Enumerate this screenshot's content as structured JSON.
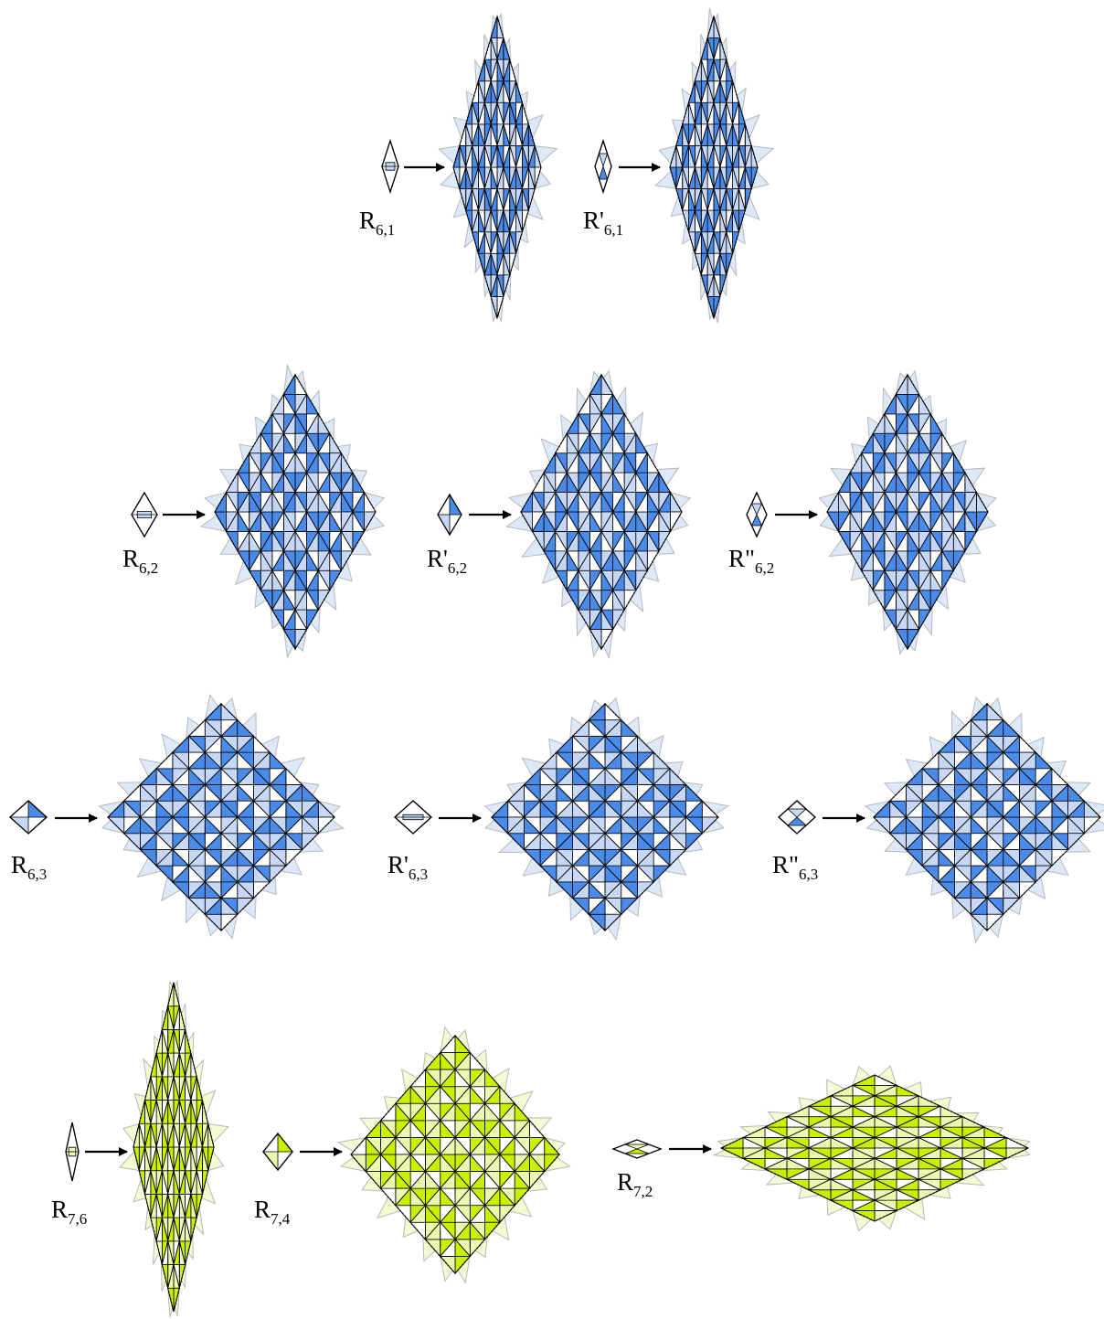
{
  "colors": {
    "blue_dark": "#4a8ae8",
    "blue_light": "#c6d8f5",
    "blue_faint": "#dde8f8",
    "green_dark": "#c8f000",
    "green_light": "#eaf8b0",
    "green_faint": "#f2fbd2",
    "outline": "#000000",
    "grey": "#b8b8b8",
    "background": "#ffffff"
  },
  "rules": [
    {
      "name": "R",
      "prime": "",
      "sub": "6,1"
    },
    {
      "name": "R",
      "prime": "'",
      "sub": "6,1"
    },
    {
      "name": "R",
      "prime": "",
      "sub": "6,2"
    },
    {
      "name": "R",
      "prime": "'",
      "sub": "6,2"
    },
    {
      "name": "R",
      "prime": "\"",
      "sub": "6,2"
    },
    {
      "name": "R",
      "prime": "",
      "sub": "6,3"
    },
    {
      "name": "R",
      "prime": "'",
      "sub": "6,3"
    },
    {
      "name": "R",
      "prime": "\"",
      "sub": "6,3"
    },
    {
      "name": "R",
      "prime": "",
      "sub": "7,6"
    },
    {
      "name": "R",
      "prime": "",
      "sub": "7,4"
    },
    {
      "name": "R",
      "prime": "",
      "sub": "7,2"
    }
  ]
}
